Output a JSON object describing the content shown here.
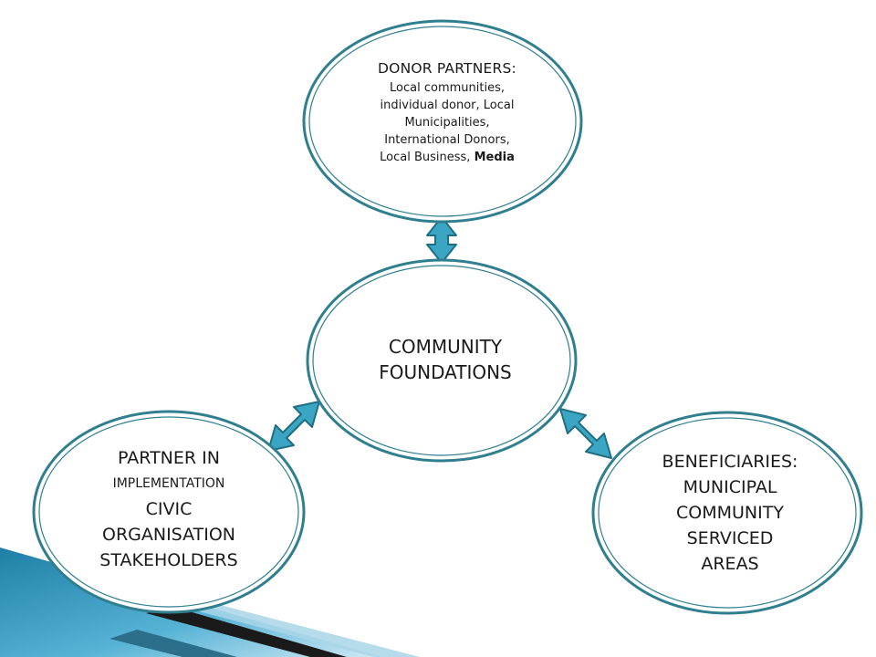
{
  "nodes": {
    "donor": {
      "title": "DONOR PARTNERS:",
      "lines": [
        "Local communities,",
        "individual donor, Local",
        "Municipalities,",
        "International Donors,"
      ],
      "last_line_prefix": "Local Business, ",
      "last_line_emphasis": "Media"
    },
    "center": {
      "lines": [
        "COMMUNITY",
        "FOUNDATIONS"
      ]
    },
    "partner": {
      "line1": "PARTNER IN",
      "line2": "IMPLEMENTATION",
      "line3": "CIVIC",
      "line4": "ORGANISATION",
      "line5": "STAKEHOLDERS"
    },
    "beneficiaries": {
      "lines": [
        "BENEFICIARIES:",
        "MUNICIPAL",
        "COMMUNITY",
        "SERVICED",
        "AREAS"
      ]
    }
  },
  "colors": {
    "ellipse_stroke": "#2f7f8f",
    "arrow_fill": "#3aa6c4",
    "arrow_stroke": "#1f6f82",
    "corner_dark": "#1a1a1a",
    "corner_blue": "#2b8fb3",
    "corner_light": "#a9d6e8"
  }
}
